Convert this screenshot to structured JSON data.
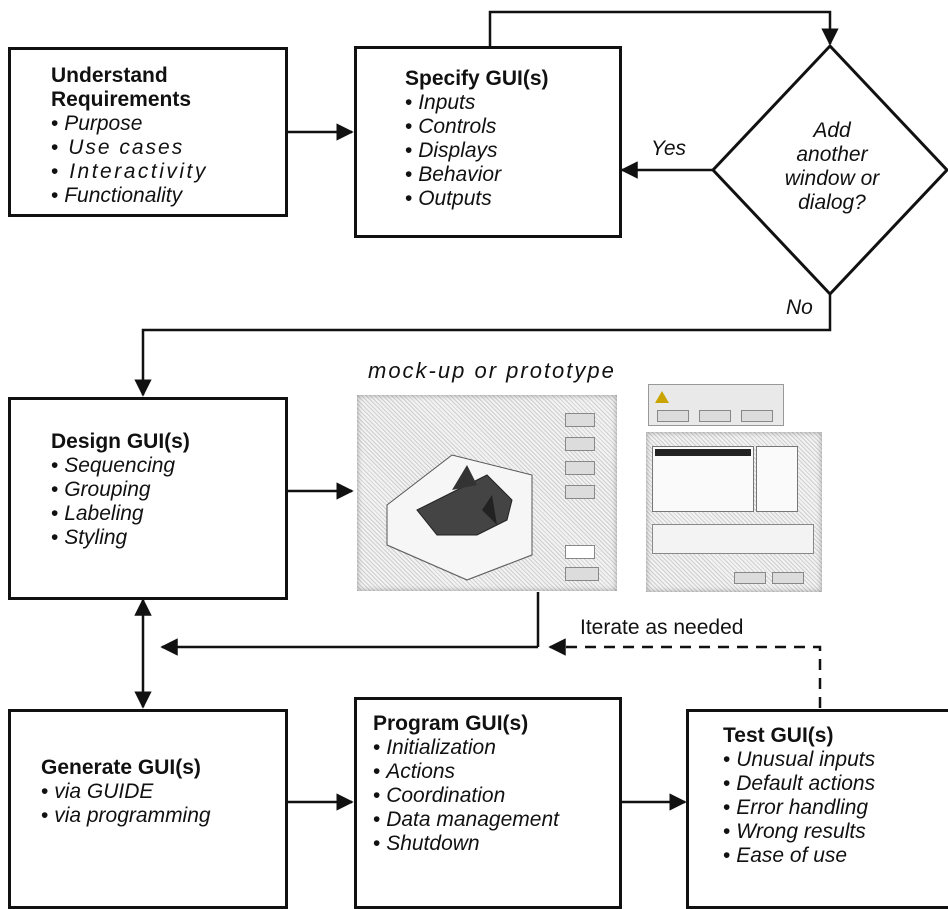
{
  "boxes": {
    "requirements": {
      "title": "Understand Requirements",
      "title_line1": "Understand",
      "title_line2": "Requirements",
      "items": [
        "Purpose",
        "Use cases",
        "Interactivity",
        "Functionality"
      ]
    },
    "specify": {
      "title": "Specify GUI(s)",
      "items": [
        "Inputs",
        "Controls",
        "Displays",
        "Behavior",
        "Outputs"
      ]
    },
    "design": {
      "title": "Design GUI(s)",
      "items": [
        "Sequencing",
        "Grouping",
        "Labeling",
        "Styling"
      ]
    },
    "generate": {
      "title": "Generate GUI(s)",
      "items": [
        "via GUIDE",
        "via programming"
      ]
    },
    "program": {
      "title": "Program GUI(s)",
      "items": [
        "Initialization",
        "Actions",
        "Coordination",
        "Data management",
        "Shutdown"
      ]
    },
    "test": {
      "title": "Test GUI(s)",
      "items": [
        "Unusual inputs",
        "Default actions",
        "Error handling",
        "Wrong results",
        "Ease of use"
      ]
    }
  },
  "decision": {
    "line1": "Add",
    "line2": "another",
    "line3": "window or",
    "line4": "dialog?"
  },
  "labels": {
    "yes": "Yes",
    "no": "No",
    "mockup": "mock-up or prototype",
    "iterate": "Iterate as needed"
  },
  "colors": {
    "stroke": "#111111",
    "background": "#ffffff"
  }
}
